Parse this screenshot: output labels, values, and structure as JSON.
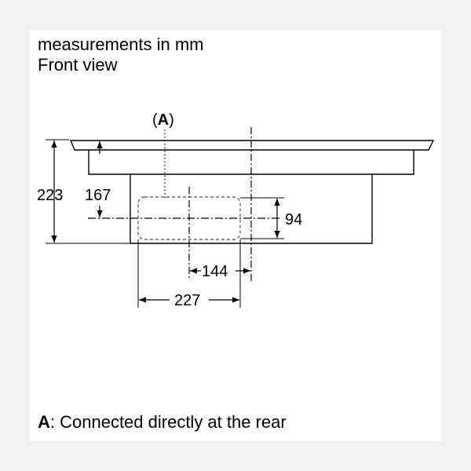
{
  "header": {
    "units": "measurements in mm",
    "view": "Front view"
  },
  "callout": {
    "letter": "A",
    "open": "(",
    "close": ")"
  },
  "dimensions": {
    "overall_height": "223",
    "inner_height": "167",
    "duct_height": "94",
    "offset": "144",
    "duct_width": "227"
  },
  "legend": {
    "key": "A",
    "text": ": Connected directly at the rear"
  },
  "colors": {
    "line": "#000000",
    "dashed_box": "#666666",
    "sheet": "#ffffff",
    "background": "#f2f2f2"
  }
}
